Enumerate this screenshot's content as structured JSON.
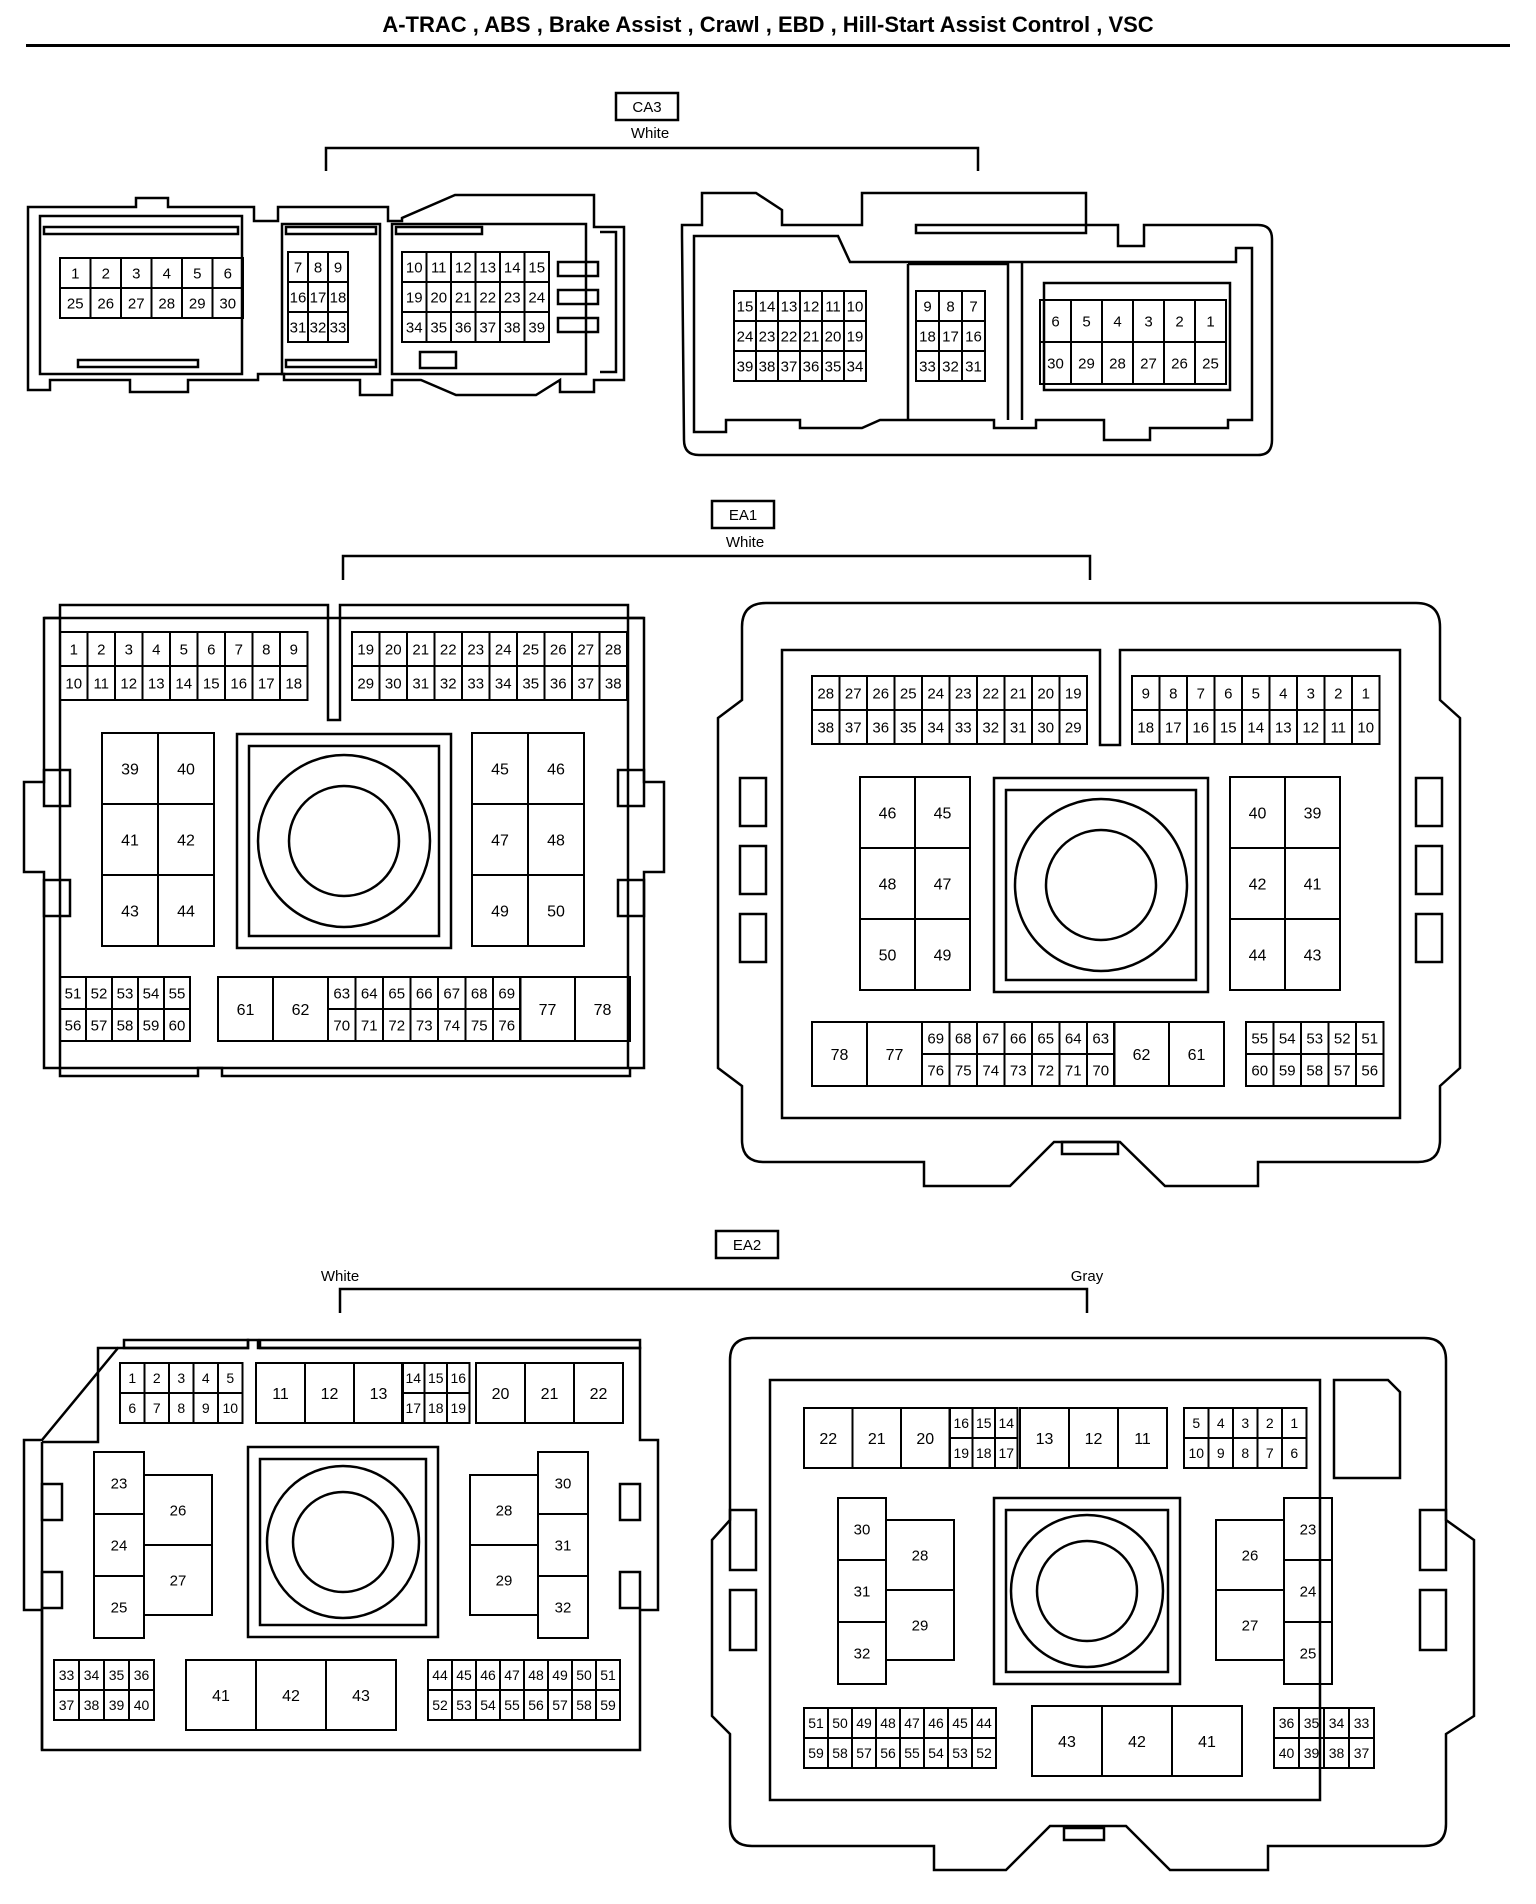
{
  "title": "A-TRAC , ABS , Brake Assist , Crawl , EBD , Hill-Start Assist Control , VSC",
  "connectors": {
    "ca3": {
      "id": "CA3",
      "color": "White"
    },
    "ea1": {
      "id": "EA1",
      "color": "White"
    },
    "ea2": {
      "id": "EA2",
      "color_left": "White",
      "color_right": "Gray"
    }
  },
  "pins": {
    "ca3_left": [
      [
        [
          "1",
          "2",
          "3",
          "4",
          "5",
          "6"
        ],
        [
          "25",
          "26",
          "27",
          "28",
          "29",
          "30"
        ]
      ],
      [
        [
          "7",
          "8",
          "9"
        ],
        [
          "16",
          "17",
          "18"
        ],
        [
          "31",
          "32",
          "33"
        ]
      ],
      [
        [
          "10",
          "11",
          "12",
          "13",
          "14",
          "15"
        ],
        [
          "19",
          "20",
          "21",
          "22",
          "23",
          "24"
        ],
        [
          "34",
          "35",
          "36",
          "37",
          "38",
          "39"
        ]
      ]
    ],
    "ca3_right": [
      [
        [
          "15",
          "14",
          "13",
          "12",
          "11",
          "10"
        ],
        [
          "24",
          "23",
          "22",
          "21",
          "20",
          "19"
        ],
        [
          "39",
          "38",
          "37",
          "36",
          "35",
          "34"
        ]
      ],
      [
        [
          "9",
          "8",
          "7"
        ],
        [
          "18",
          "17",
          "16"
        ],
        [
          "33",
          "32",
          "31"
        ]
      ],
      [
        [
          "6",
          "5",
          "4",
          "3",
          "2",
          "1"
        ],
        [
          "30",
          "29",
          "28",
          "27",
          "26",
          "25"
        ]
      ]
    ],
    "ea1_left": {
      "top_a": [
        [
          "1",
          "2",
          "3",
          "4",
          "5",
          "6",
          "7",
          "8",
          "9"
        ],
        [
          "10",
          "11",
          "12",
          "13",
          "14",
          "15",
          "16",
          "17",
          "18"
        ]
      ],
      "top_b": [
        [
          "19",
          "20",
          "21",
          "22",
          "23",
          "24",
          "25",
          "26",
          "27",
          "28"
        ],
        [
          "29",
          "30",
          "31",
          "32",
          "33",
          "34",
          "35",
          "36",
          "37",
          "38"
        ]
      ],
      "mid_a": [
        [
          "39",
          "40"
        ],
        [
          "41",
          "42"
        ],
        [
          "43",
          "44"
        ]
      ],
      "mid_b": [
        [
          "45",
          "46"
        ],
        [
          "47",
          "48"
        ],
        [
          "49",
          "50"
        ]
      ],
      "bot_a": [
        [
          "51",
          "52",
          "53",
          "54",
          "55"
        ],
        [
          "56",
          "57",
          "58",
          "59",
          "60"
        ]
      ],
      "bot_big_a": [
        "61",
        "62"
      ],
      "bot_b": [
        [
          "63",
          "64",
          "65",
          "66",
          "67",
          "68",
          "69"
        ],
        [
          "70",
          "71",
          "72",
          "73",
          "74",
          "75",
          "76"
        ]
      ],
      "bot_big_b": [
        "77",
        "78"
      ]
    },
    "ea1_right": {
      "top_a": [
        [
          "28",
          "27",
          "26",
          "25",
          "24",
          "23",
          "22",
          "21",
          "20",
          "19"
        ],
        [
          "38",
          "37",
          "36",
          "35",
          "34",
          "33",
          "32",
          "31",
          "30",
          "29"
        ]
      ],
      "top_b": [
        [
          "9",
          "8",
          "7",
          "6",
          "5",
          "4",
          "3",
          "2",
          "1"
        ],
        [
          "18",
          "17",
          "16",
          "15",
          "14",
          "13",
          "12",
          "11",
          "10"
        ]
      ],
      "mid_a": [
        [
          "46",
          "45"
        ],
        [
          "48",
          "47"
        ],
        [
          "50",
          "49"
        ]
      ],
      "mid_b": [
        [
          "40",
          "39"
        ],
        [
          "42",
          "41"
        ],
        [
          "44",
          "43"
        ]
      ],
      "bot_big_a": [
        "78",
        "77"
      ],
      "bot_a": [
        [
          "69",
          "68",
          "67",
          "66",
          "65",
          "64",
          "63"
        ],
        [
          "76",
          "75",
          "74",
          "73",
          "72",
          "71",
          "70"
        ]
      ],
      "bot_big_b": [
        "62",
        "61"
      ],
      "bot_b": [
        [
          "55",
          "54",
          "53",
          "52",
          "51"
        ],
        [
          "60",
          "59",
          "58",
          "57",
          "56"
        ]
      ]
    },
    "ea2_left": {
      "top_a": [
        [
          "1",
          "2",
          "3",
          "4",
          "5"
        ],
        [
          "6",
          "7",
          "8",
          "9",
          "10"
        ]
      ],
      "top_big_a": [
        "11",
        "12",
        "13"
      ],
      "top_b": [
        [
          "14",
          "15",
          "16"
        ],
        [
          "17",
          "18",
          "19"
        ]
      ],
      "top_big_b": [
        "20",
        "21",
        "22"
      ],
      "col_a": [
        "23",
        "24",
        "25"
      ],
      "col_b": [
        "26",
        "27"
      ],
      "col_c": [
        "28",
        "29"
      ],
      "col_d": [
        "30",
        "31",
        "32"
      ],
      "bot_a": [
        [
          "33",
          "34",
          "35",
          "36"
        ],
        [
          "37",
          "38",
          "39",
          "40"
        ]
      ],
      "bot_big": [
        "41",
        "42",
        "43"
      ],
      "bot_b": [
        [
          "44",
          "45",
          "46",
          "47",
          "48",
          "49",
          "50",
          "51"
        ],
        [
          "52",
          "53",
          "54",
          "55",
          "56",
          "57",
          "58",
          "59"
        ]
      ]
    },
    "ea2_right": {
      "top_big_a": [
        "22",
        "21",
        "20"
      ],
      "top_a": [
        [
          "16",
          "15",
          "14"
        ],
        [
          "19",
          "18",
          "17"
        ]
      ],
      "top_big_b": [
        "13",
        "12",
        "11"
      ],
      "top_b": [
        [
          "5",
          "4",
          "3",
          "2",
          "1"
        ],
        [
          "10",
          "9",
          "8",
          "7",
          "6"
        ]
      ],
      "col_a": [
        "30",
        "31",
        "32"
      ],
      "col_b": [
        "28",
        "29"
      ],
      "col_c": [
        "26",
        "27"
      ],
      "col_d": [
        "23",
        "24",
        "25"
      ],
      "bot_a": [
        [
          "51",
          "50",
          "49",
          "48",
          "47",
          "46",
          "45",
          "44"
        ],
        [
          "59",
          "58",
          "57",
          "56",
          "55",
          "54",
          "53",
          "52"
        ]
      ],
      "bot_big": [
        "43",
        "42",
        "41"
      ],
      "bot_b": [
        [
          "36",
          "35",
          "34",
          "33"
        ],
        [
          "40",
          "39",
          "38",
          "37"
        ]
      ]
    }
  }
}
